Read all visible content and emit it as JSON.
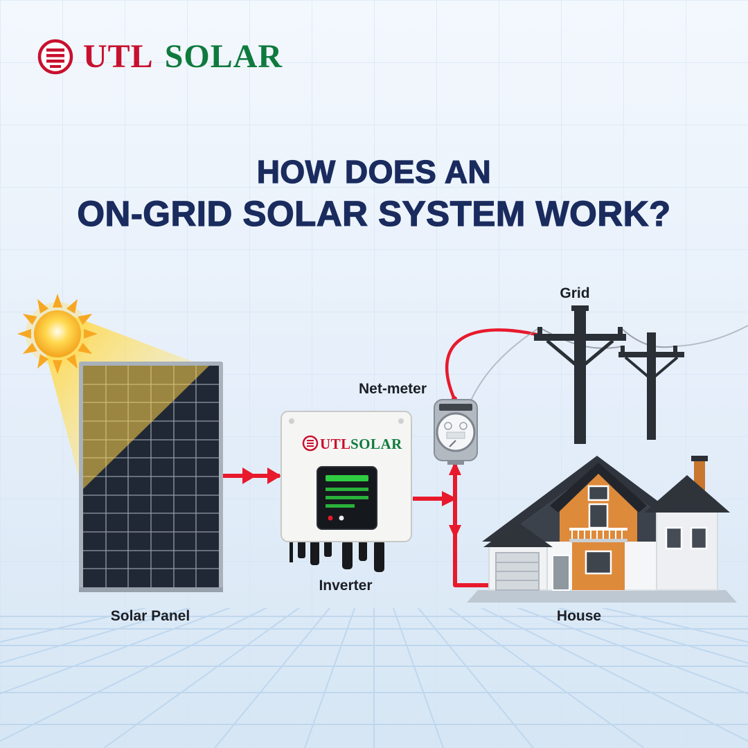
{
  "brand": {
    "utl": "UTL",
    "solar": "SOLAR"
  },
  "title": {
    "line1": "HOW DOES AN",
    "line2": "ON-GRID SOLAR SYSTEM WORK?"
  },
  "diagram_labels": {
    "grid": "Grid",
    "net_meter": "Net-meter",
    "solar_panel": "Solar Panel",
    "inverter": "Inverter",
    "house": "House"
  },
  "inverter_badge": {
    "utl": "UTL",
    "solar": "SOLAR"
  },
  "colors": {
    "brand_red": "#C8102E",
    "brand_green": "#0F7A3D",
    "title_navy": "#1A2B5E",
    "flow_red": "#E8192C",
    "sun_yellow": "#FFD94F",
    "background_blue": "#E3EEF9"
  }
}
